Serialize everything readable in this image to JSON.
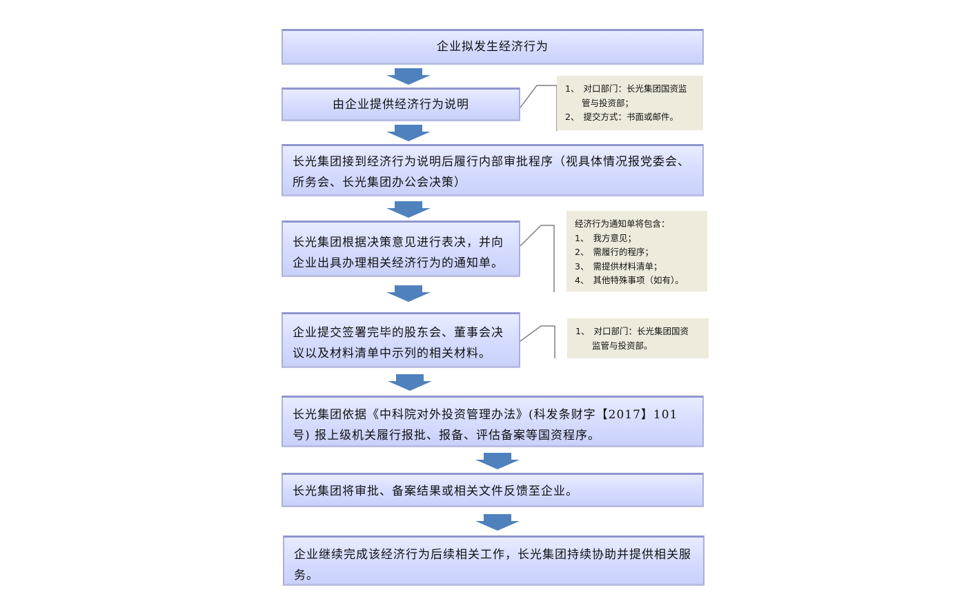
{
  "steps": [
    "企业拟发生经济行为",
    "由企业提供经济行为说明",
    "长光集团接到经济行为说明后履行内部审批程序（视具体情况报党委会、所务会、长光集团办公会决策）",
    "长光集团根据决策意见进行表决，并向企业出具办理相关经济行为的通知单。",
    "企业提交签署完毕的股东会、董事会决议以及材料清单中示列的相关材料。",
    "长光集团依据《中科院对外投资管理办法》(科发条财字【2017】101 号) 报上级机关履行报批、报备、评估备案等国资程序。",
    "长光集团将审批、备案结果或相关文件反馈至企业。",
    "企业继续完成该经济行为后续相关工作，长光集团持续协助并提供相关服务。"
  ],
  "notes": {
    "note1": {
      "item1_num": "1、",
      "item1_a": "对口部门：长光集团国资监",
      "item1_b": "管与投资部；",
      "item2_num": "2、",
      "item2": "提交方式：书面或邮件。"
    },
    "note2": {
      "heading": "经济行为通知单将包含：",
      "item1_num": "1、",
      "item1": "我方意见；",
      "item2_num": "2、",
      "item2": "需履行的程序；",
      "item3_num": "3、",
      "item3": "需提供材料清单；",
      "item4_num": "4、",
      "item4": "其他特殊事项（如有）。"
    },
    "note3": {
      "item1_num": "1、",
      "item1_a": "对口部门：长光集团国资",
      "item1_b": "监管与投资部。"
    }
  },
  "colors": {
    "box_fill": "#d8deff",
    "box_border": "#8f95cf",
    "note_fill": "#eeeadc",
    "arrow": "#4f81bd",
    "connector": "#7f7f7f"
  }
}
